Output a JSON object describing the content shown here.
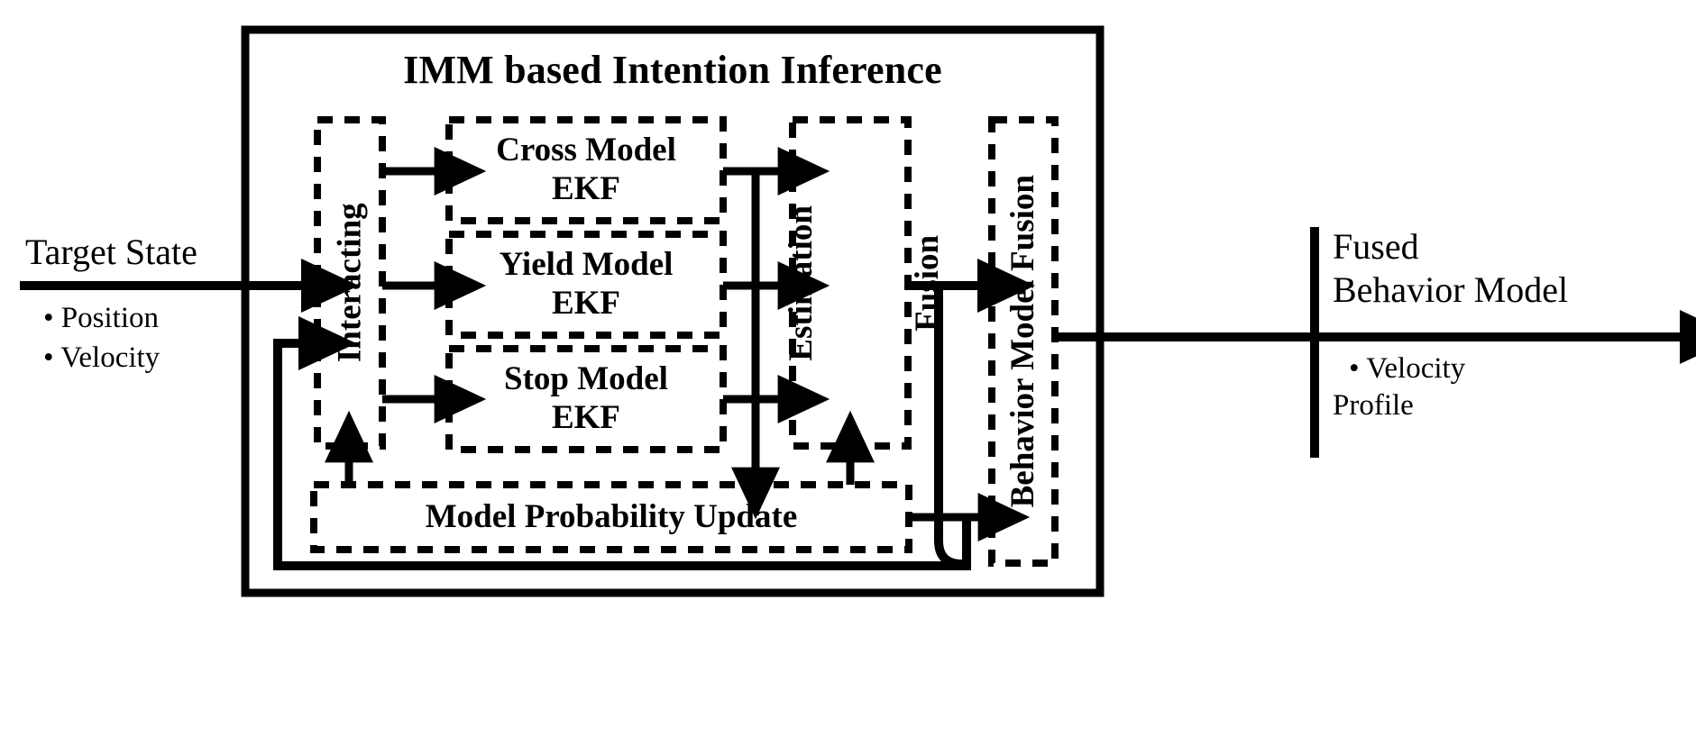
{
  "diagram": {
    "title": "IMM based Intention Inference",
    "input": {
      "label": "Target State",
      "bullets": [
        "• Position",
        "• Velocity"
      ]
    },
    "output": {
      "label_line1": "Fused",
      "label_line2": "Behavior Model",
      "bullet_line1": "• Velocity",
      "bullet_line2": "Profile"
    },
    "blocks": {
      "interacting": "Interacting",
      "cross_model": {
        "line1": "Cross Model",
        "line2": "EKF"
      },
      "yield_model": {
        "line1": "Yield Model",
        "line2": "EKF"
      },
      "stop_model": {
        "line1": "Stop Model",
        "line2": "EKF"
      },
      "estimation_fusion": {
        "line1": "Estimation",
        "line2": "Fusion"
      },
      "behavior_model_fusion": "Behavior Model Fusion",
      "model_probability_update": "Model Probability Update"
    },
    "colors": {
      "stroke": "#000000",
      "background": "#ffffff"
    }
  }
}
